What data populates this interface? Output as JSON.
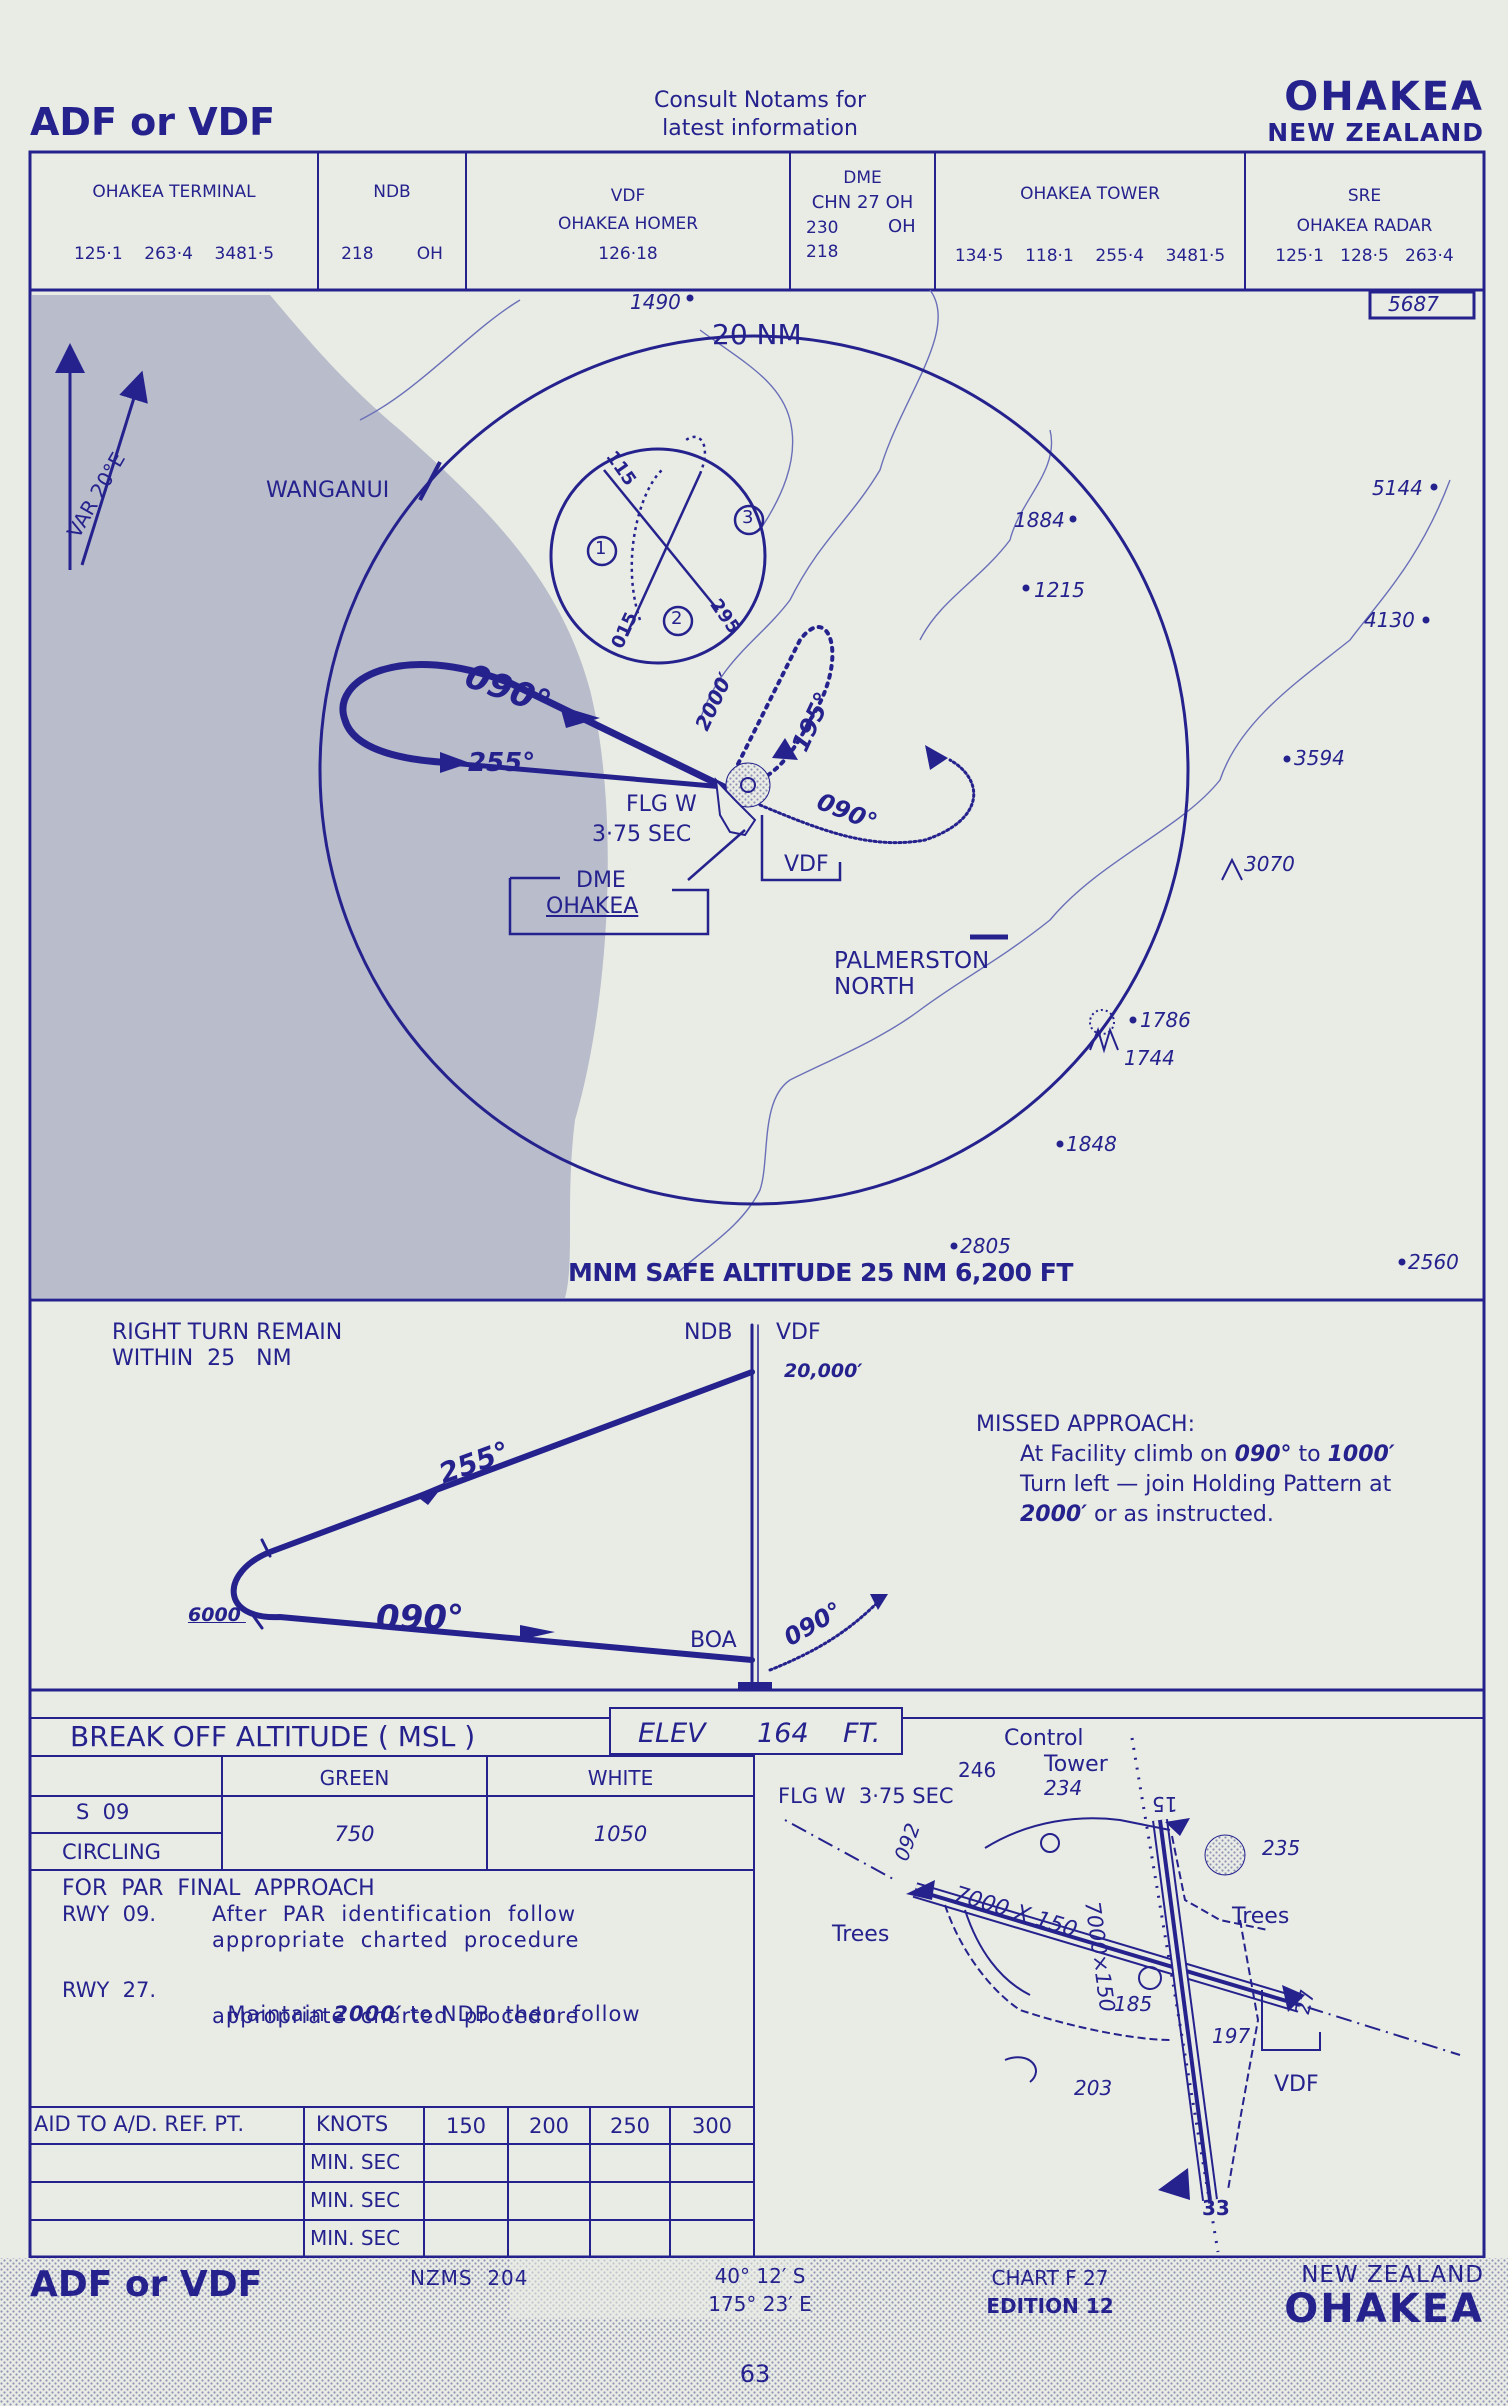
{
  "colors": {
    "ink": "#25228e",
    "paper": "#e9ece4",
    "sea": "#b8bccb"
  },
  "header": {
    "procedure": "ADF or VDF",
    "notam_line1": "Consult Notams for",
    "notam_line2": "latest information",
    "airport": "OHAKEA",
    "country": "NEW ZEALAND"
  },
  "frequency_boxes": [
    {
      "name": "OHAKEA TERMINAL",
      "values": "125·1    263·4    3481·5"
    },
    {
      "name": "NDB",
      "values": "218        OH"
    },
    {
      "name": "VDF",
      "sub": "OHAKEA HOMER",
      "values": "126·18"
    },
    {
      "name": "DME",
      "sub": "CHN 27 OH",
      "line3a": "230",
      "line3b": "OH",
      "values": "218"
    },
    {
      "name": "OHAKEA TOWER",
      "values": "134·5    118·1    255·4    3481·5"
    },
    {
      "name": "SRE",
      "sub": "OHAKEA RADAR",
      "values": "125·1   128·5   263·4"
    }
  ],
  "plan_view": {
    "range_label": "20 NM",
    "variation": "VAR 20°E",
    "max_elevation": "5687",
    "places": [
      "WANGANUI",
      "PALMERSTON",
      "NORTH"
    ],
    "facility_labels": {
      "flg": "FLG W",
      "flg_sec": "3·75 SEC",
      "dme": "DME",
      "dme_name": "OHAKEA",
      "vdf": "VDF"
    },
    "track_labels": {
      "inbound": "090°",
      "outbound": "255°",
      "holding_alt": "2000′",
      "hold_course": "195°",
      "missed": "090°"
    },
    "inset_labels": {
      "c1": "1",
      "c2": "2",
      "c3": "3",
      "r115": "115",
      "r015": "015",
      "r295": "295"
    },
    "spot_heights": [
      "1490",
      "1884",
      "1215",
      "5144",
      "4130",
      "3594",
      "3070",
      "1786",
      "1744",
      "1848",
      "2805",
      "2560"
    ],
    "msa": "MNM SAFE ALTITUDE 25 NM  6,200 FT"
  },
  "profile": {
    "remain_line1": "RIGHT TURN REMAIN",
    "remain_line2": "WITHIN  25   NM",
    "ndb": "NDB",
    "vdf": "VDF",
    "top_alt": "20,000′",
    "outbound": "255°",
    "inbound": "090°",
    "turn_alt": "6000′",
    "boa": "BOA",
    "missed_course": "090°",
    "missed_title": "MISSED APPROACH:",
    "missed_line1a": "At Facility climb on ",
    "missed_line1b": "090°",
    "missed_line1c": " to ",
    "missed_line1d": "1000′",
    "missed_line2": "Turn left — join Holding Pattern at",
    "missed_line3a": "2000′",
    "missed_line3b": " or as instructed."
  },
  "minima": {
    "title": "BREAK OFF ALTITUDE ( MSL )",
    "elevation": "ELEV      164    FT.",
    "col_green": "GREEN",
    "col_white": "WHITE",
    "rows": [
      {
        "label": "S  09"
      },
      {
        "label": "CIRCLING"
      }
    ],
    "green_value": "750",
    "white_value": "1050",
    "par_title": "FOR  PAR  FINAL  APPROACH",
    "par_rwy09_label": "RWY  09.",
    "par_rwy09_line1": "After  PAR  identification  follow",
    "par_rwy09_line2": "appropriate  charted  procedure",
    "par_rwy27_label": "RWY  27.",
    "par_rwy27_line1a": "Maintain ",
    "par_rwy27_line1b": "2000′",
    "par_rwy27_line1c": " to NDB  then  follow",
    "par_rwy27_line2": "appropriate  charted  procedure"
  },
  "timing_table": {
    "header": [
      "AID TO A/D. REF. PT.",
      "KNOTS",
      "150",
      "200",
      "250",
      "300"
    ],
    "rows": [
      "MIN. SEC",
      "MIN. SEC",
      "MIN. SEC"
    ]
  },
  "aerodrome": {
    "control_tower_line1": "Control",
    "control_tower_line2": "Tower",
    "flg": "FLG W  3·75 SEC",
    "tower_heights": [
      "246",
      "234"
    ],
    "runway_main": "7000 X 150",
    "runway_cross": "7000×150",
    "heading_092": "092",
    "rwy_15": "15",
    "rwy_27": "27",
    "rwy_33": "33",
    "trees": "Trees",
    "elevations": [
      "235",
      "185",
      "197",
      "203"
    ],
    "vdf": "VDF"
  },
  "footer": {
    "procedure": "ADF or VDF",
    "map_series": "NZMS  204",
    "lat": "40° 12′ S",
    "lon": "175° 23′ E",
    "chart": "CHART F 27",
    "edition": "EDITION 12",
    "country": "NEW ZEALAND",
    "airport": "OHAKEA",
    "page": "63"
  }
}
